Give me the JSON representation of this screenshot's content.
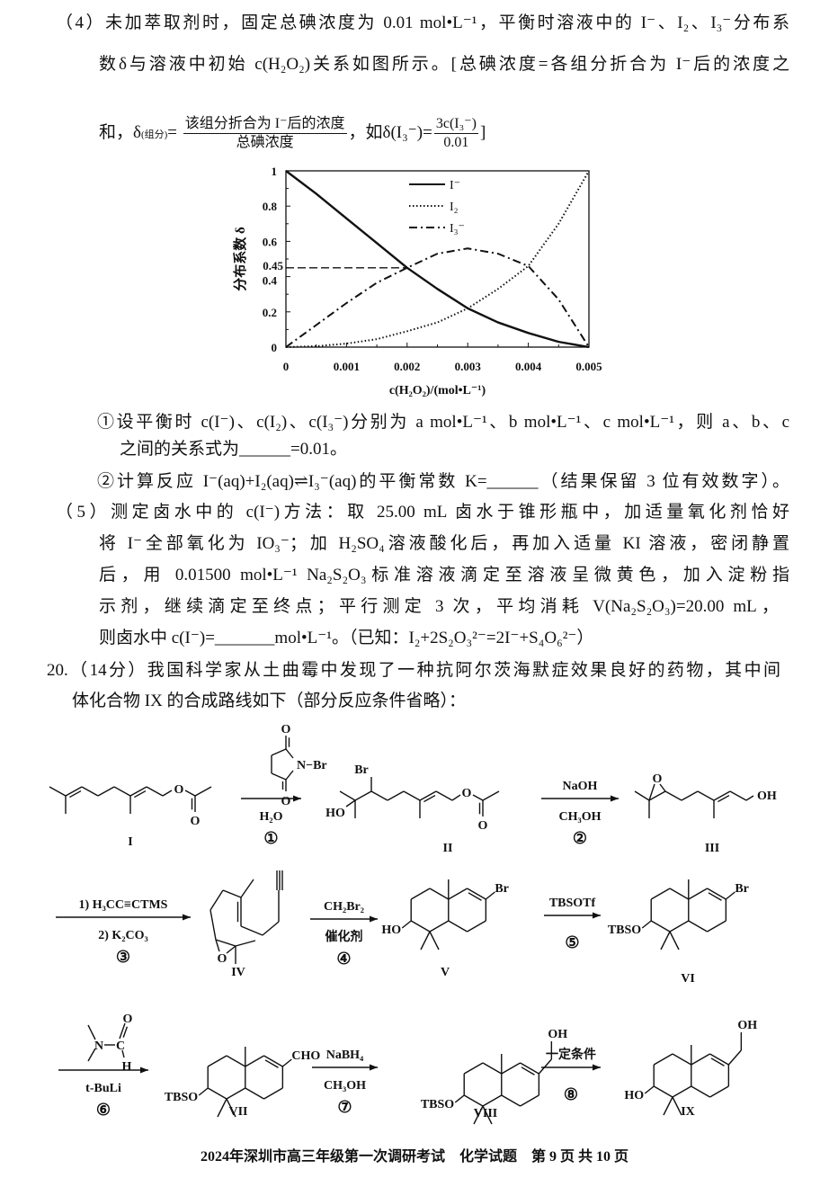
{
  "q4": {
    "line1": "（4）未加萃取剂时，固定总碘浓度为 0.01 mol•L⁻¹，平衡时溶液中的 I⁻、I₂、I₃⁻分布系",
    "line2": "数δ与溶液中初始 c(H₂O₂)关系如图所示。[总碘浓度=各组分折合为 I⁻后的浓度之",
    "line3_prefix": "和，δ",
    "line3_sub": "(组分)",
    "line3_eq": "=",
    "frac1_num": "该组分折合为 I⁻后的浓度",
    "frac1_den": "总碘浓度",
    "line3_mid": "，如δ(I₃⁻)=",
    "frac2_num": "3c(I₃⁻)",
    "frac2_den": "0.01",
    "line3_end": "]",
    "sub1_line1": "①设平衡时 c(I⁻)、c(I₂)、c(I₃⁻)分别为 a mol•L⁻¹、b mol•L⁻¹、c mol•L⁻¹，则 a、b、c",
    "sub1_line2": "之间的关系式为______=0.01。",
    "sub2_line1": "②计算反应 I⁻(aq)+I₂(aq)⇌I₃⁻(aq)的平衡常数 K=______（结果保留 3 位有效数字）。"
  },
  "q5": {
    "line1": "（5）测定卤水中的 c(I⁻)方法：取 25.00 mL 卤水于锥形瓶中，加适量氧化剂恰好",
    "line2": "将 I⁻全部氧化为 IO₃⁻；加 H₂SO₄溶液酸化后，再加入适量 KI 溶液，密闭静置",
    "line3": "后，用 0.01500 mol•L⁻¹ Na₂S₂O₃标准溶液滴定至溶液呈微黄色，加入淀粉指",
    "line4": "示剂，继续滴定至终点；平行测定 3 次，平均消耗 V(Na₂S₂O₃)=20.00 mL，",
    "line5": "则卤水中 c(I⁻)=_______mol•L⁻¹。（已知：I₂+2S₂O₃²⁻=2I⁻+S₄O₆²⁻）"
  },
  "q20": {
    "line1": "20.（14分）我国科学家从土曲霉中发现了一种抗阿尔茨海默症效果良好的药物，其中间",
    "line2": "体化合物 IX 的合成路线如下（部分反应条件省略）："
  },
  "chart_data": {
    "type": "line",
    "xlabel": "c(H₂O₂)/(mol•L⁻¹)",
    "ylabel": "分布系数 δ",
    "xlim": [
      0,
      0.005
    ],
    "ylim": [
      0,
      1
    ],
    "x_ticks": [
      "0",
      "0.001",
      "0.002",
      "0.003",
      "0.004",
      "0.005"
    ],
    "x_tick_values": [
      0,
      0.001,
      0.002,
      0.003,
      0.004,
      0.005
    ],
    "y_ticks": [
      "0",
      "0.2",
      "0.4",
      "0.6",
      "0.8",
      "1"
    ],
    "y_tick_values": [
      0,
      0.2,
      0.4,
      0.6,
      0.8,
      1
    ],
    "y_marker_label": "0.45",
    "y_marker_value": 0.45,
    "y_marker_x_end": 0.002,
    "legend_position": "top-center",
    "x": [
      0,
      0.0005,
      0.001,
      0.0015,
      0.002,
      0.0025,
      0.003,
      0.0035,
      0.004,
      0.0045,
      0.005
    ],
    "series": [
      {
        "name": "I⁻",
        "style": "solid",
        "values": [
          1,
          0.87,
          0.73,
          0.59,
          0.45,
          0.33,
          0.22,
          0.14,
          0.08,
          0.03,
          0
        ]
      },
      {
        "name": "I₂",
        "style": "dotted",
        "values": [
          0,
          0.005,
          0.02,
          0.045,
          0.09,
          0.14,
          0.22,
          0.33,
          0.46,
          0.7,
          1
        ]
      },
      {
        "name": "I₃⁻",
        "style": "dashdot",
        "values": [
          0,
          0.125,
          0.25,
          0.365,
          0.45,
          0.53,
          0.56,
          0.53,
          0.46,
          0.27,
          0
        ]
      }
    ]
  },
  "scheme": {
    "compounds": [
      "I",
      "II",
      "III",
      "IV",
      "V",
      "VI",
      "VII",
      "VIII",
      "IX"
    ],
    "steps": [
      {
        "num": "①",
        "above": "",
        "below": "H₂O"
      },
      {
        "num": "②",
        "above": "NaOH",
        "below": "CH₃OH"
      },
      {
        "num": "③",
        "above": "1) H₃CC≡CTMS",
        "below": "2) K₂CO₃"
      },
      {
        "num": "④",
        "above": "CH₂Br₂",
        "below": "催化剂"
      },
      {
        "num": "⑤",
        "above": "TBSOTf",
        "below": ""
      },
      {
        "num": "⑥",
        "above": "",
        "below": "t-BuLi"
      },
      {
        "num": "⑦",
        "above": "NaBH₄",
        "below": "CH₃OH"
      },
      {
        "num": "⑧",
        "above": "一定条件",
        "below": ""
      }
    ],
    "atoms": {
      "O": "O",
      "N": "N",
      "Br": "Br",
      "HO": "HO",
      "OH": "OH",
      "TBSO": "TBSO",
      "CHO": "CHO",
      "C": "C",
      "H": "H",
      "NBr": "N−Br"
    }
  },
  "footer": "2024年深圳市高三年级第一次调研考试　化学试题　第 9 页 共 10 页"
}
